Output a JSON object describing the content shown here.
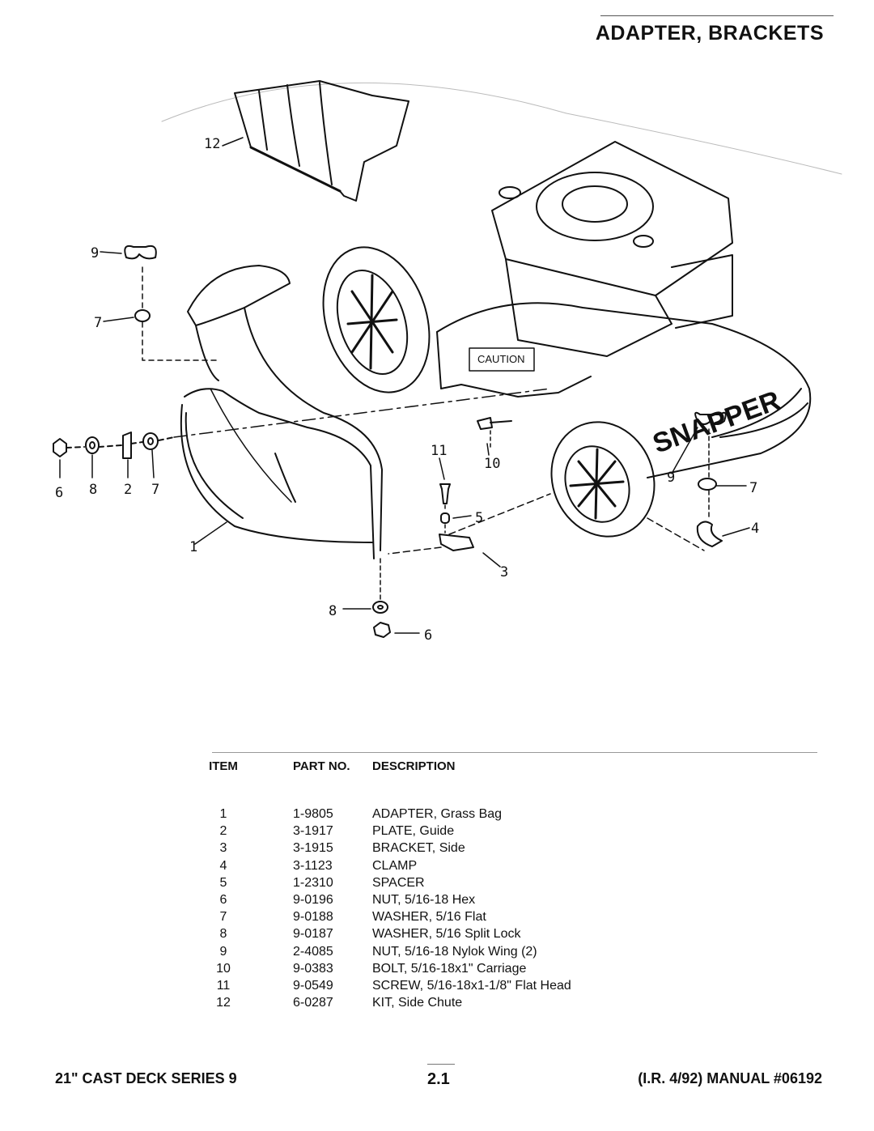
{
  "page": {
    "title": "ADAPTER, BRACKETS",
    "diagram_brand_lettering": "SNAPPER",
    "diagram_caution_label": "CAUTION"
  },
  "callouts": [
    "12",
    "9",
    "7",
    "6",
    "8",
    "2",
    "7",
    "1",
    "11",
    "10",
    "5",
    "3",
    "9",
    "7",
    "4",
    "8",
    "6"
  ],
  "parts_table": {
    "headers": {
      "item": "ITEM",
      "part_no": "PART NO.",
      "description": "DESCRIPTION"
    },
    "rows": [
      {
        "item": "1",
        "part_no": "1-9805",
        "description": "ADAPTER, Grass Bag"
      },
      {
        "item": "2",
        "part_no": "3-1917",
        "description": "PLATE, Guide"
      },
      {
        "item": "3",
        "part_no": "3-1915",
        "description": "BRACKET, Side"
      },
      {
        "item": "4",
        "part_no": "3-1123",
        "description": "CLAMP"
      },
      {
        "item": "5",
        "part_no": "1-2310",
        "description": "SPACER"
      },
      {
        "item": "6",
        "part_no": "9-0196",
        "description": "NUT, 5/16-18 Hex"
      },
      {
        "item": "7",
        "part_no": "9-0188",
        "description": "WASHER, 5/16 Flat"
      },
      {
        "item": "8",
        "part_no": "9-0187",
        "description": "WASHER, 5/16 Split Lock"
      },
      {
        "item": "9",
        "part_no": "2-4085",
        "description": "NUT, 5/16-18 Nylok Wing (2)"
      },
      {
        "item": "10",
        "part_no": "9-0383",
        "description": "BOLT, 5/16-18x1\" Carriage"
      },
      {
        "item": "11",
        "part_no": "9-0549",
        "description": "SCREW, 5/16-18x1-1/8\" Flat Head"
      },
      {
        "item": "12",
        "part_no": "6-0287",
        "description": "KIT, Side Chute"
      }
    ]
  },
  "footer": {
    "left": "21\" CAST DECK SERIES 9",
    "center": "2.1",
    "right": "(I.R. 4/92) MANUAL #06192"
  }
}
